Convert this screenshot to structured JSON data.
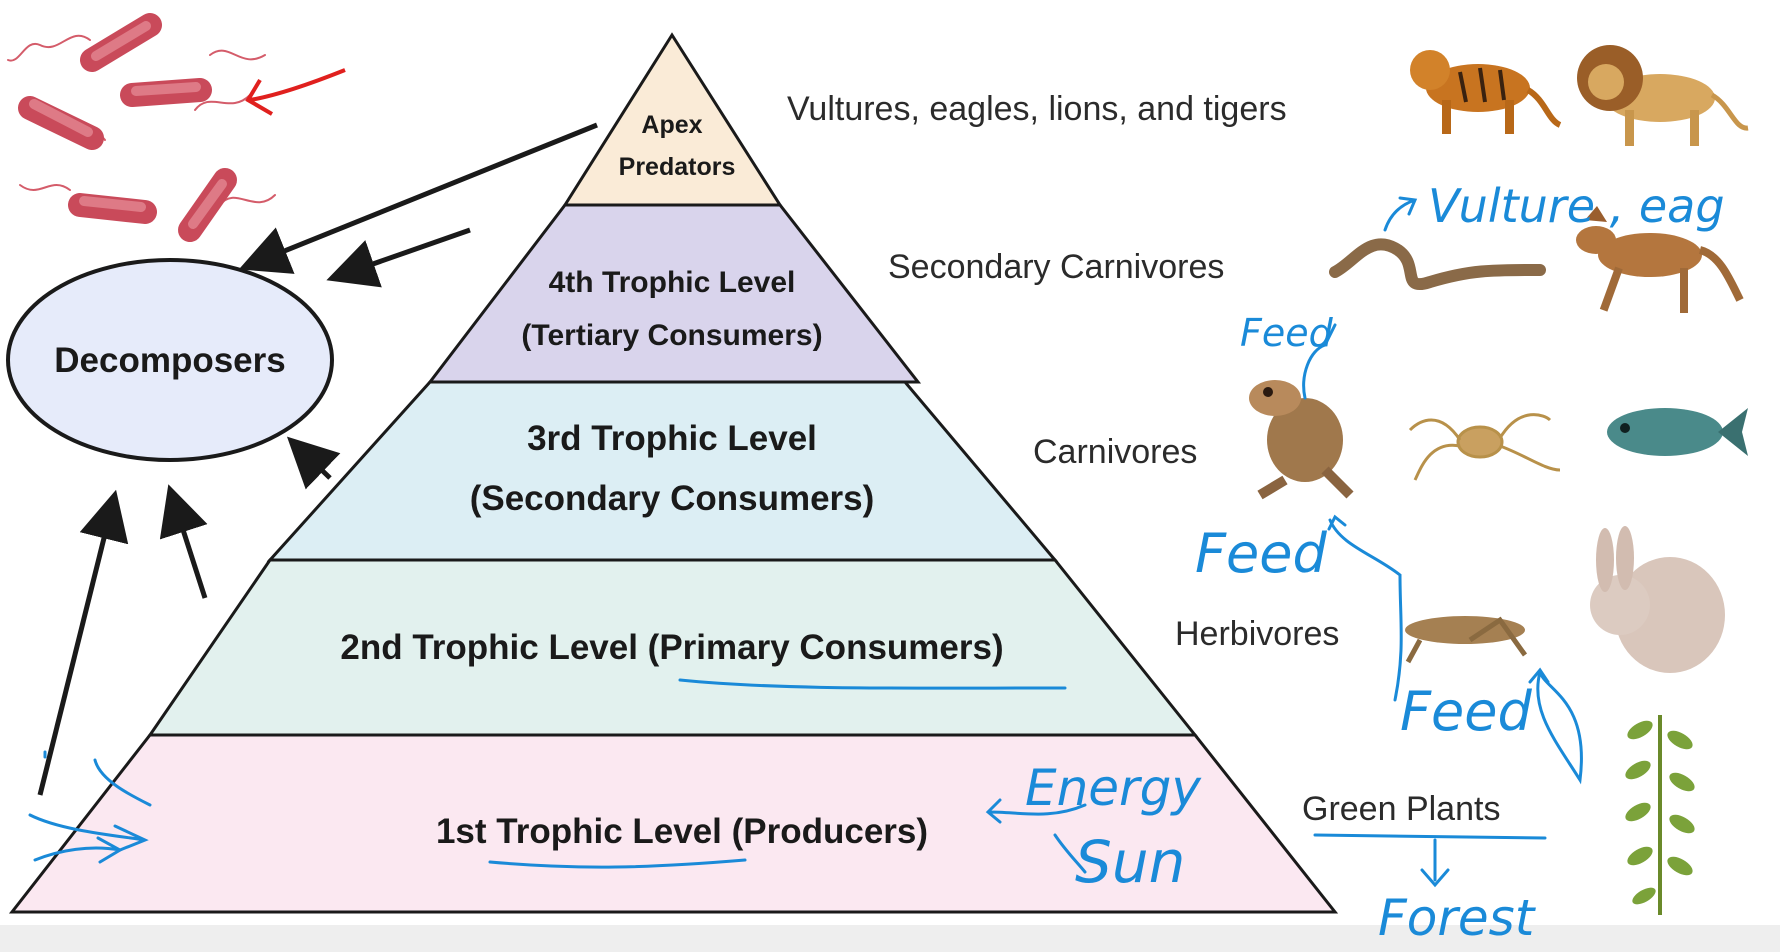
{
  "pyramid": {
    "apex": {
      "line1": "Apex",
      "line2": "Predators",
      "fill": "#faebd7"
    },
    "level4": {
      "line1": "4th Trophic Level",
      "line2": "(Tertiary Consumers)",
      "fill": "#d9d4ec"
    },
    "level3": {
      "line1": "3rd Trophic Level",
      "line2": "(Secondary Consumers)",
      "fill": "#dceef4"
    },
    "level2": {
      "line1": "2nd Trophic Level (Primary Consumers)",
      "fill": "#e2f1ee"
    },
    "level1": {
      "line1": "1st Trophic Level (Producers)",
      "fill": "#fbe8f1"
    }
  },
  "decomposers": {
    "label": "Decomposers",
    "fill": "#e6ebfa"
  },
  "categories": {
    "apex": "Vultures, eagles, lions, and tigers",
    "secondary_carnivores": "Secondary Carnivores",
    "carnivores": "Carnivores",
    "herbivores": "Herbivores",
    "green_plants": "Green Plants"
  },
  "annotations": {
    "vulture": "Vulture , eag",
    "feed_top": "Feed",
    "feed_mid": "Feed",
    "feed_low": "Feed",
    "energy": "Energy",
    "sun": "Sun",
    "forest": "Forest"
  },
  "colors": {
    "handwriting": "#1a8ad8",
    "red_annotation": "#e0201e",
    "bacteria": "#d45c6a",
    "outline": "#1a1a1a"
  },
  "icons": [
    "bacteria-icon",
    "tiger-icon",
    "lion-icon",
    "snake-icon",
    "coyote-icon",
    "frog-icon",
    "spider-icon",
    "fish-icon",
    "grasshopper-icon",
    "rabbit-icon",
    "plant-icon"
  ]
}
